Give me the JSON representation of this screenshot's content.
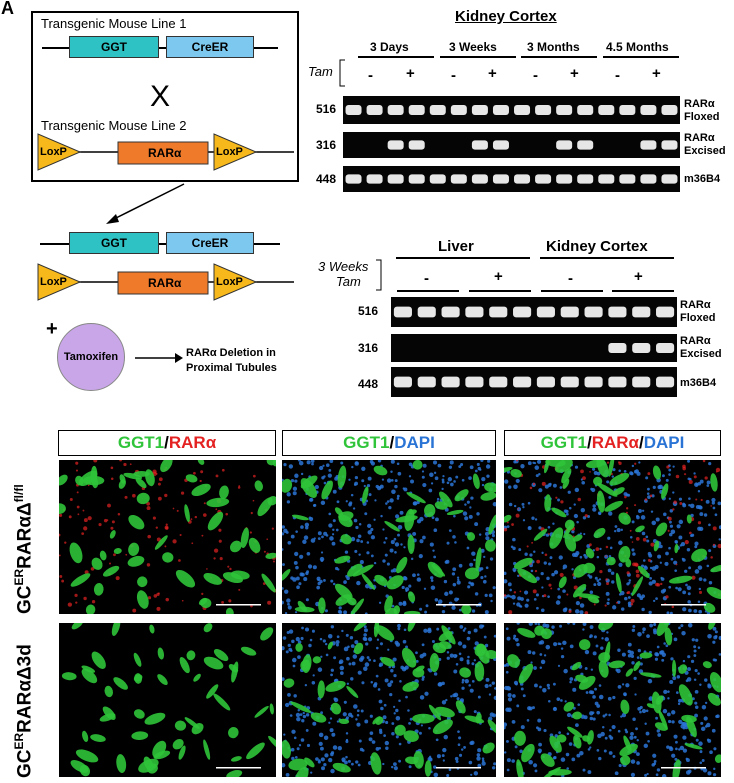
{
  "panel_letter": "A",
  "schematic": {
    "line1_label": "Transgenic Mouse Line 1",
    "line2_label": "Transgenic Mouse Line 2",
    "cross_symbol": "X",
    "ggt": "GGT",
    "creer": "CreER",
    "loxp": "LoxP",
    "rara": "RARα",
    "plus": "+",
    "tamoxifen": "Tamoxifen",
    "outcome_line1": "RARα Deletion in",
    "outcome_line2": "Proximal Tubules"
  },
  "gel_top": {
    "title": "Kidney Cortex",
    "tam_label": "Tam",
    "timepoints": [
      "3 Days",
      "3 Weeks",
      "3 Months",
      "4.5 Months"
    ],
    "treat_signs": [
      "-",
      "+",
      "-",
      "+",
      "-",
      "+",
      "-",
      "+"
    ],
    "rows": [
      {
        "size": "516",
        "label_line1": "RARα",
        "label_line2": "Floxed"
      },
      {
        "size": "316",
        "label_line1": "RARα",
        "label_line2": "Excised"
      },
      {
        "size": "448",
        "label_line1": "m36B4",
        "label_line2": ""
      }
    ]
  },
  "gel_bottom": {
    "tissues": [
      "Liver",
      "Kidney Cortex"
    ],
    "cond_line1": "3 Weeks",
    "cond_line2": "Tam",
    "treat_signs": [
      "-",
      "+",
      "-",
      "+"
    ],
    "rows": [
      {
        "size": "516",
        "label_line1": "RARα",
        "label_line2": "Floxed"
      },
      {
        "size": "316",
        "label_line1": "RARα",
        "label_line2": "Excised"
      },
      {
        "size": "448",
        "label_line1": "m36B4",
        "label_line2": ""
      }
    ]
  },
  "micrographs": {
    "headers": [
      [
        {
          "text": "GGT1",
          "color": "green"
        },
        {
          "text": "/",
          "color": "black"
        },
        {
          "text": "RARα",
          "color": "red"
        }
      ],
      [
        {
          "text": "GGT1",
          "color": "green"
        },
        {
          "text": "/",
          "color": "black"
        },
        {
          "text": "DAPI",
          "color": "blue"
        }
      ],
      [
        {
          "text": "GGT1",
          "color": "green"
        },
        {
          "text": "/",
          "color": "black"
        },
        {
          "text": "RARα",
          "color": "red"
        },
        {
          "text": "/",
          "color": "black"
        },
        {
          "text": "DAPI",
          "color": "blue"
        }
      ]
    ],
    "row1": {
      "base": "GC",
      "sup": "ER",
      "mid": "RARαΔ",
      "sup2": "fl/fl"
    },
    "row2": {
      "base": "GC",
      "sup": "ER",
      "mid": "RARαΔ3d",
      "sup2": ""
    },
    "colors": {
      "green": "#2fc43a",
      "red": "#e42222",
      "blue": "#2a74d6"
    }
  }
}
